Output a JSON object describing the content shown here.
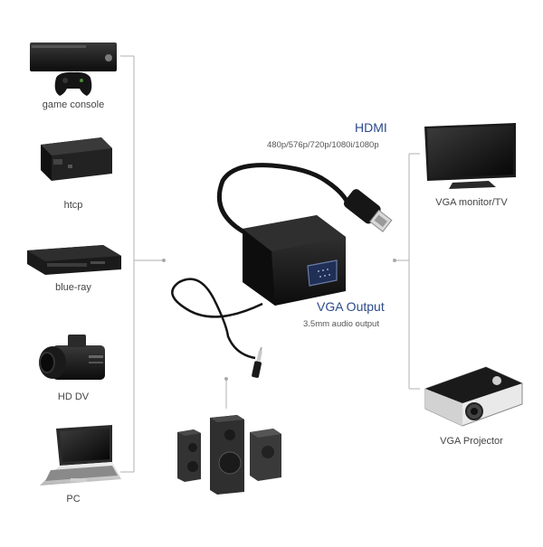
{
  "sources": {
    "game_console": "game console",
    "htcp": "htcp",
    "blue_ray": "blue-ray",
    "hd_dv": "HD DV",
    "pc": "PC"
  },
  "hdmi": {
    "title": "HDMI",
    "resolutions": "480p/576p/720p/1080i/1080p"
  },
  "vga": {
    "title": "VGA Output",
    "audio": "3.5mm audio output"
  },
  "outputs": {
    "monitor": "VGA monitor/TV",
    "projector": "VGA Projector"
  },
  "colors": {
    "connector_line": "#bdbdbd",
    "title_text": "#2c4a8a"
  }
}
